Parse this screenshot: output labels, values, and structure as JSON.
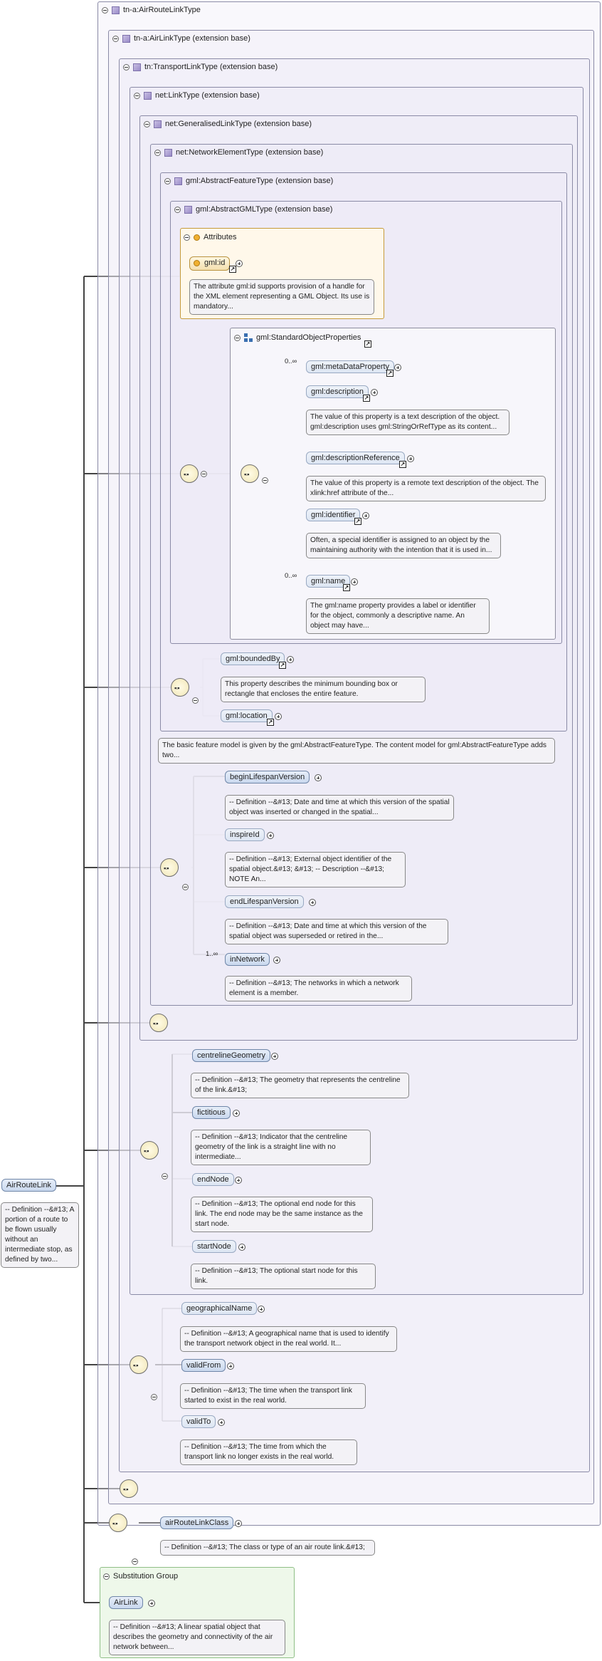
{
  "types": {
    "root": "tn-a:AirRouteLinkType",
    "airLinkType": "tn-a:AirLinkType (extension base)",
    "transportLinkType": "tn:TransportLinkType (extension base)",
    "linkType": "net:LinkType (extension base)",
    "generalisedLinkType": "net:GeneralisedLinkType (extension base)",
    "networkElementType": "net:NetworkElementType (extension base)",
    "abstractFeatureType": "gml:AbstractFeatureType (extension base)",
    "abstractGMLType": "gml:AbstractGMLType (extension base)"
  },
  "attributes": {
    "title": "Attributes",
    "gml_id": "gml:id",
    "gml_id_doc": "The attribute gml:id supports provision of a handle for the XML element representing a GML Object. Its use is mandatory..."
  },
  "standard_object_properties": {
    "title": "gml:StandardObjectProperties",
    "items": [
      {
        "name": "gml:metaDataProperty",
        "mult": "0..∞",
        "doc": ""
      },
      {
        "name": "gml:description",
        "mult": "",
        "doc": "The value of this property is a text description of the object. gml:description uses gml:StringOrRefType as its content..."
      },
      {
        "name": "gml:descriptionReference",
        "mult": "",
        "doc": "The value of this property is a remote text description of the object. The xlink:href attribute of the..."
      },
      {
        "name": "gml:identifier",
        "mult": "",
        "doc": "Often, a special identifier is assigned to an object by the maintaining authority with the intention that it is used in..."
      },
      {
        "name": "gml:name",
        "mult": "0..∞",
        "doc": "The gml:name property provides a label or identifier for the object, commonly a descriptive name. An object may have..."
      }
    ]
  },
  "feature": {
    "boundedBy": "gml:boundedBy",
    "boundedBy_doc": "This property describes the minimum bounding box or rectangle that encloses the entire feature.",
    "location": "gml:location",
    "feature_doc": "The basic feature model is given by the gml:AbstractFeatureType. The content model for gml:AbstractFeatureType adds two..."
  },
  "network_element": {
    "items": [
      {
        "name": "beginLifespanVersion",
        "mult": "",
        "doc": "-- Definition --&#13; Date and time at which this version of the spatial object was inserted or changed in the spatial..."
      },
      {
        "name": "inspireId",
        "mult": "",
        "doc": "-- Definition --&#13; External object identifier of the spatial object.&#13; &#13; -- Description --&#13; NOTE An..."
      },
      {
        "name": "endLifespanVersion",
        "mult": "",
        "doc": "-- Definition --&#13; Date and time at which this version of the spatial object was superseded or retired in the..."
      },
      {
        "name": "inNetwork",
        "mult": "1..∞",
        "doc": "-- Definition --&#13; The networks in which a network element is a member."
      }
    ]
  },
  "link": {
    "items": [
      {
        "name": "centrelineGeometry",
        "doc": "-- Definition --&#13; The geometry that represents the centreline of the link.&#13;"
      },
      {
        "name": "fictitious",
        "doc": "-- Definition --&#13; Indicator that the centreline geometry of the link is a straight line with no intermediate..."
      },
      {
        "name": "endNode",
        "doc": "-- Definition --&#13; The optional end node for this link. The end node may be the same instance as the start node."
      },
      {
        "name": "startNode",
        "doc": "-- Definition --&#13; The optional start node for this link."
      }
    ]
  },
  "transport_link": {
    "items": [
      {
        "name": "geographicalName",
        "doc": "-- Definition --&#13; A geographical name that is used to identify the transport network object in the real world. It..."
      },
      {
        "name": "validFrom",
        "doc": "-- Definition --&#13; The time when the transport link started to exist in the real world."
      },
      {
        "name": "validTo",
        "doc": "-- Definition --&#13; The time from which the transport link no longer exists in the real world."
      }
    ]
  },
  "air_route_link": {
    "airRouteLinkClass": "airRouteLinkClass",
    "airRouteLinkClass_doc": "-- Definition --&#13; The class or type of an air route link.&#13;"
  },
  "root_element": {
    "name": "AirRouteLink",
    "doc": "-- Definition --&#13; A portion of a route to be flown usually without an intermediate stop, as defined by two..."
  },
  "substitution": {
    "title": "Substitution Group",
    "name": "AirLink",
    "doc": "-- Definition --&#13; A linear spatial object that describes the geometry and connectivity of the air network between..."
  },
  "seq_glyph": "▪▫▪"
}
